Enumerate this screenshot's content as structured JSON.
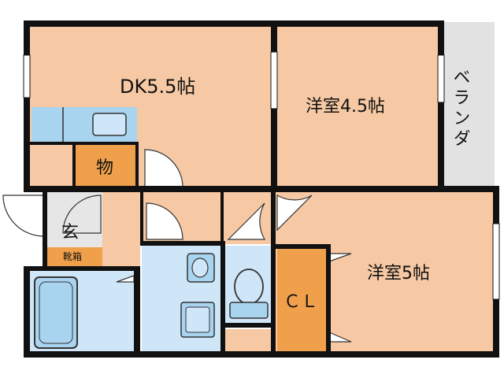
{
  "rooms": {
    "dk": "DK5.5帖",
    "western_1": "洋室4.5帖",
    "western_2": "洋室5帖",
    "storage": "物",
    "entrance": "玄",
    "shoe_box": "靴箱",
    "closet": "ＣＬ",
    "balcony": "ベランダ"
  },
  "colors": {
    "room_floor": "#f6c9a4",
    "storage": "#f0a04b",
    "wet_area": "#cfe6f8",
    "fixture": "#a9d4f0",
    "entrance": "#e6e6e6",
    "balcony": "#e2e2e2",
    "wall": "#111111"
  },
  "icons": {
    "door": "door-swing-icon",
    "bathtub": "bathtub-icon",
    "toilet": "toilet-icon",
    "sink": "sink-icon",
    "washbasin": "washbasin-icon",
    "window": "window-icon"
  }
}
